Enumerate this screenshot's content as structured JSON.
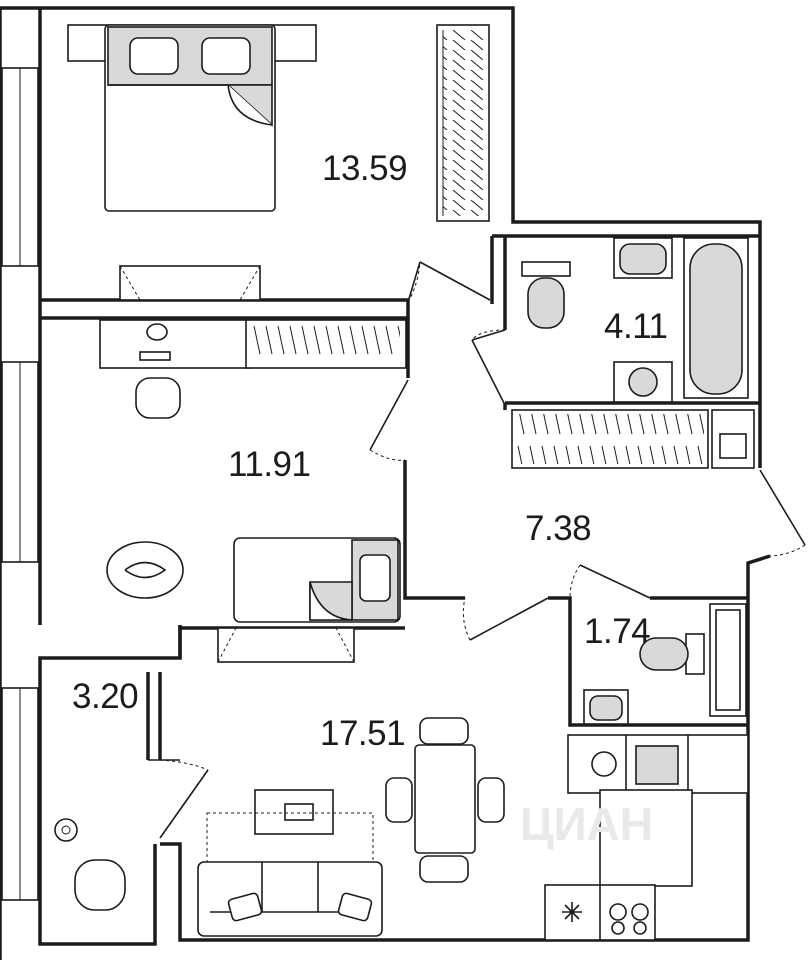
{
  "rooms": [
    {
      "id": "bedroom",
      "area": "13.59"
    },
    {
      "id": "child-room",
      "area": "11.91"
    },
    {
      "id": "bathroom",
      "area": "4.11"
    },
    {
      "id": "hallway",
      "area": "7.38"
    },
    {
      "id": "wc",
      "area": "1.74"
    },
    {
      "id": "balcony",
      "area": "3.20"
    },
    {
      "id": "kitchen-living",
      "area": "17.51"
    }
  ],
  "watermark": "ЦИАН"
}
